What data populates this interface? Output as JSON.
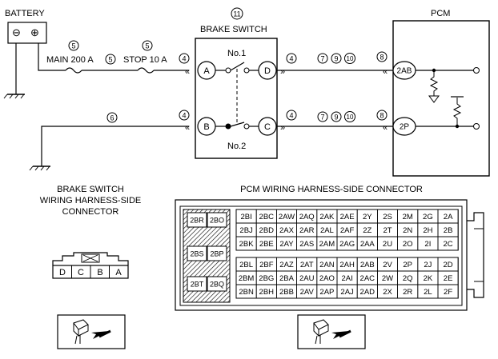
{
  "battery": {
    "label": "BATTERY",
    "minus": "⊖",
    "plus": "⊕"
  },
  "pcm": {
    "label": "PCM",
    "terminal_top": "2AB",
    "terminal_bottom": "2P"
  },
  "brake_switch": {
    "number": "11",
    "label": "BRAKE SWITCH",
    "sw1_label": "No.1",
    "sw2_label": "No.2",
    "terminals": [
      "A",
      "B",
      "C",
      "D"
    ]
  },
  "fuses": [
    {
      "number": "5",
      "label": "MAIN 200 A"
    },
    {
      "number": "5",
      "label": "STOP 10 A"
    }
  ],
  "refs": {
    "r5": "5",
    "r4": "4",
    "r6": "6",
    "r7": "7",
    "r9": "9",
    "r10": "10",
    "r8": "8"
  },
  "bs_connector": {
    "title_line1": "BRAKE SWITCH",
    "title_line2": "WIRING HARNESS-SIDE",
    "title_line3": "CONNECTOR",
    "pins": [
      "D",
      "C",
      "B",
      "A"
    ]
  },
  "pcm_connector": {
    "title": "PCM WIRING HARNESS-SIDE CONNECTOR",
    "left_pins": [
      [
        "2BR",
        "2BO"
      ],
      [
        "2BS",
        "2BP"
      ],
      [
        "2BT",
        "2BQ"
      ]
    ],
    "upper_rows": [
      [
        "2BI",
        "2BC",
        "2AW",
        "2AQ",
        "2AK",
        "2AE",
        "2Y",
        "2S",
        "2M",
        "2G",
        "2A"
      ],
      [
        "2BJ",
        "2BD",
        "2AX",
        "2AR",
        "2AL",
        "2AF",
        "2Z",
        "2T",
        "2N",
        "2H",
        "2B"
      ],
      [
        "2BK",
        "2BE",
        "2AY",
        "2AS",
        "2AM",
        "2AG",
        "2AA",
        "2U",
        "2O",
        "2I",
        "2C"
      ]
    ],
    "lower_rows": [
      [
        "2BL",
        "2BF",
        "2AZ",
        "2AT",
        "2AN",
        "2AH",
        "2AB",
        "2V",
        "2P",
        "2J",
        "2D"
      ],
      [
        "2BM",
        "2BG",
        "2BA",
        "2AU",
        "2AO",
        "2AI",
        "2AC",
        "2W",
        "2Q",
        "2K",
        "2E"
      ],
      [
        "2BN",
        "2BH",
        "2BB",
        "2AV",
        "2AP",
        "2AJ",
        "2AD",
        "2X",
        "2R",
        "2L",
        "2F"
      ]
    ]
  }
}
